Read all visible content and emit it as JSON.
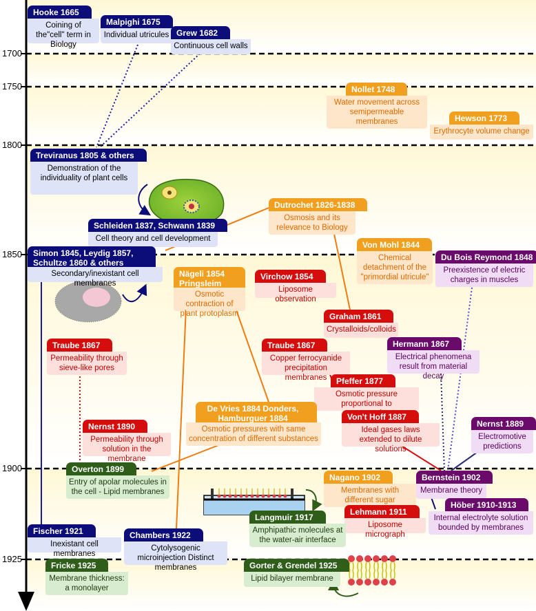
{
  "years": [
    "1700",
    "1750",
    "1800",
    "1850",
    "1900",
    "1925"
  ],
  "colors": {
    "navy": "#0d0d7a",
    "orange": "#f0a01e",
    "red": "#d60d0d",
    "purple": "#6a0a6a",
    "green": "#2e5e1a"
  },
  "icons": [
    "cell-diagram-icon",
    "cell-micrograph-icon",
    "langmuir-trough-icon",
    "lipid-bilayer-icon",
    "curved-arrow-icon"
  ],
  "events": {
    "hooke": {
      "title": "Hooke 1665",
      "text": "Coining of the\"cell\" term in Biology"
    },
    "malpighi": {
      "title": "Malpighi 1675",
      "text": "Individual utricules"
    },
    "grew": {
      "title": "Grew 1682",
      "text": "Continuous cell walls"
    },
    "nollet": {
      "title": "Nollet 1748",
      "text": "Water movement across semipermeable membranes"
    },
    "hewson": {
      "title": "Hewson 1773",
      "text": "Erythrocyte volume change"
    },
    "treviranus": {
      "title": "Treviranus 1805 & others",
      "text": "Demonstration of the individuality of plant cells"
    },
    "schleiden": {
      "title": "Schleiden 1837, Schwann 1839",
      "text": "Cell theory and cell development"
    },
    "dutrochet": {
      "title": "Dutrochet 1826-1838",
      "text": "Osmosis and its relevance to Biology"
    },
    "vonmohl": {
      "title": "Von Mohl 1844",
      "text": "Chemical detachment of the \"primordial utricule\""
    },
    "duboisreymond": {
      "title": "Du Bois Reymond 1848",
      "text": "Preexistence of electric charges in muscles"
    },
    "simon": {
      "title": "Simon 1845, Leydig 1857, Schultze 1860 & others",
      "text": "Secondary/inexistant cell membranes"
    },
    "nageli": {
      "title": "Nägeli 1854 Pringsleim 1854",
      "text": "Osmotic contraction of plant protoplasm"
    },
    "virchow": {
      "title": "Virchow 1854",
      "text": "Liposome observation"
    },
    "graham": {
      "title": "Graham 1861",
      "text": "Crystalloids/colloids"
    },
    "traube1": {
      "title": "Traube 1867",
      "text": "Permeability through sieve-like pores"
    },
    "traube2": {
      "title": "Traube 1867",
      "text": "Copper ferrocyanide precipitation membranes"
    },
    "hermann": {
      "title": "Hermann 1867",
      "text": "Electrical phenomena result from material decay"
    },
    "pfeffer": {
      "title": "Pfeffer 1877",
      "text": "Osmotic pressure proportional to concentration"
    },
    "devries": {
      "title": "De Vries 1884 Donders, Hamburguer 1884",
      "text": "Osmotic pressures with same concentration of different substances"
    },
    "vanthoff": {
      "title": "Von't Hoff 1887",
      "text": "Ideal gases laws extended to dilute solutions"
    },
    "nernst1889": {
      "title": "Nernst 1889",
      "text": "Electromotive predictions"
    },
    "nernst1890": {
      "title": "Nernst 1890",
      "text": "Permeability through solution in the membrane"
    },
    "overton": {
      "title": "Overton 1899",
      "text": "Entry of apolar molecules in the cell - Lipid membranes"
    },
    "nagano": {
      "title": "Nagano 1902",
      "text": "Membranes with different sugar permeabilities"
    },
    "bernstein": {
      "title": "Bernstein 1902",
      "text": "Membrane theory"
    },
    "hober": {
      "title": "Höber 1910-1913",
      "text": "Internal electrolyte solution bounded by membranes"
    },
    "lehmann": {
      "title": "Lehmann 1911",
      "text": "Liposome micrograph"
    },
    "langmuir": {
      "title": "Langmuir 1917",
      "text": "Amphipathic molecules at the water-air interface"
    },
    "fischer": {
      "title": "Fischer 1921",
      "text": "Inexistant cell membranes"
    },
    "chambers": {
      "title": "Chambers 1922",
      "text": "Cytolysogenic microinjection Distinct membranes"
    },
    "fricke": {
      "title": "Fricke 1925",
      "text": "Membrane thickness: a monolayer"
    },
    "gorter": {
      "title": "Gorter & Grendel 1925",
      "text": "Lipid bilayer membrane"
    }
  }
}
